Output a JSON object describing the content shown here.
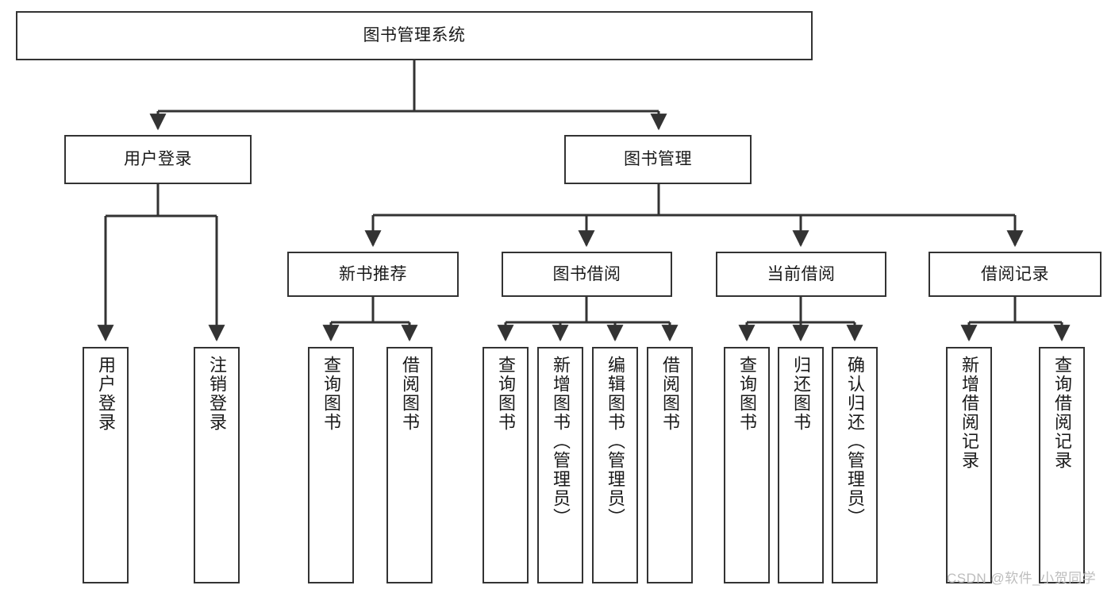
{
  "diagram": {
    "title": "图书管理系统",
    "type": "functional-structure-tree",
    "watermark": "CSDN @软件_小贺同学",
    "colors": {
      "box_border": "#333333",
      "box_fill": "#ffffff",
      "edge": "#333333",
      "text": "#1a1a1a",
      "watermark": "#bdbdbd",
      "background": "#ffffff"
    },
    "nodes": {
      "root": {
        "label": "图书管理系统"
      },
      "level2": [
        {
          "id": "user-login",
          "label": "用户登录"
        },
        {
          "id": "book-manage",
          "label": "图书管理"
        }
      ],
      "level3": [
        {
          "id": "new-book-recommend",
          "label": "新书推荐"
        },
        {
          "id": "book-borrow",
          "label": "图书借阅"
        },
        {
          "id": "current-borrow",
          "label": "当前借阅"
        },
        {
          "id": "borrow-record",
          "label": "借阅记录"
        }
      ],
      "leaves": {
        "user-login": [
          {
            "id": "leaf-user-login",
            "label": "用户登录"
          },
          {
            "id": "leaf-logout-login",
            "label": "注销登录"
          }
        ],
        "new-book-recommend": [
          {
            "id": "leaf-query-book-1",
            "label": "查询图书"
          },
          {
            "id": "leaf-borrow-book-1",
            "label": "借阅图书"
          }
        ],
        "book-borrow": [
          {
            "id": "leaf-query-book-2",
            "label": "查询图书"
          },
          {
            "id": "leaf-add-book-admin",
            "label": "新增图书（管理员）"
          },
          {
            "id": "leaf-edit-book-admin",
            "label": "编辑图书（管理员）"
          },
          {
            "id": "leaf-borrow-book-2",
            "label": "借阅图书"
          }
        ],
        "current-borrow": [
          {
            "id": "leaf-query-book-3",
            "label": "查询图书"
          },
          {
            "id": "leaf-return-book",
            "label": "归还图书"
          },
          {
            "id": "leaf-confirm-return-admin",
            "label": "确认归还（管理员）"
          }
        ],
        "borrow-record": [
          {
            "id": "leaf-add-borrow-record",
            "label": "新增借阅记录"
          },
          {
            "id": "leaf-query-borrow-record",
            "label": "查询借阅记录"
          }
        ]
      }
    }
  }
}
